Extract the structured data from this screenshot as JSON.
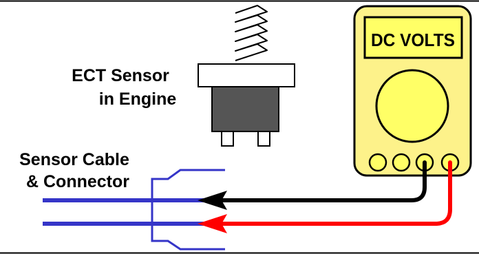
{
  "labels": {
    "sensor_line1": "ECT Sensor",
    "sensor_line2": "in Engine",
    "cable_line1": "Sensor Cable",
    "cable_line2": "& Connector",
    "meter_display": "DC VOLTS"
  },
  "meter": {
    "jack_count": 4
  },
  "colors": {
    "meter_body": "#fdf28a",
    "display_bg": "#ffff66",
    "sensor_body": "#555555",
    "cable_wires": "#3535c8",
    "probe_negative": "#000000",
    "probe_positive": "#ff0000"
  }
}
